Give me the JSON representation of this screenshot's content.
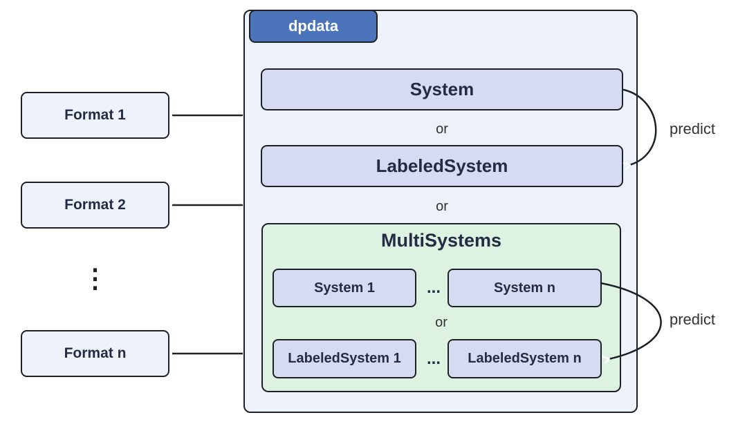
{
  "diagram": {
    "tab_label": "dpdata",
    "formats": [
      {
        "label": "Format 1"
      },
      {
        "label": "Format 2"
      },
      {
        "label": "Format n"
      }
    ],
    "vertical_ellipsis": "⋮",
    "horizontal_ellipsis": "...",
    "or_label": "or",
    "system_label": "System",
    "labeled_system_label": "LabeledSystem",
    "multisystems": {
      "title": "MultiSystems",
      "systems": [
        "System 1",
        "System n"
      ],
      "labeled_systems": [
        "LabeledSystem 1",
        "LabeledSystem n"
      ]
    },
    "predict_label": "predict"
  },
  "colors": {
    "tab-blue": "#4b74ba",
    "container-bg": "#edf1f9",
    "box-lavender": "#d5dcf1",
    "green-bg": "#def2e2",
    "format-bg": "#eef2fa",
    "border-dark": "#1c2025",
    "text-dark": "#232c42",
    "text-muted": "#333333",
    "white": "#ffffff"
  }
}
